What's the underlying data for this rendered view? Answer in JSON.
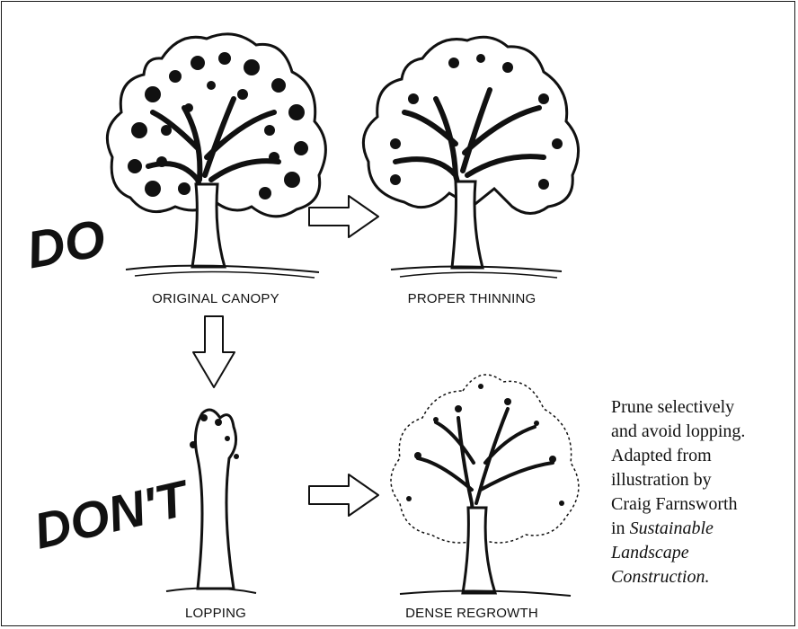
{
  "words": {
    "do": "DO",
    "dont": "DON'T"
  },
  "labels": {
    "original": "ORIGINAL CANOPY",
    "thinning": "PROPER THINNING",
    "lopping": "LOPPING",
    "regrowth": "DENSE REGROWTH"
  },
  "caption": {
    "line1": "Prune selectively",
    "line2": "and avoid lopping.",
    "line3": "Adapted from",
    "line4": "illustration by",
    "line5": "Craig Farnsworth",
    "line6_prefix": "in",
    "line6_italic": "Sustainable",
    "line7": "Landscape",
    "line8": "Construction."
  }
}
